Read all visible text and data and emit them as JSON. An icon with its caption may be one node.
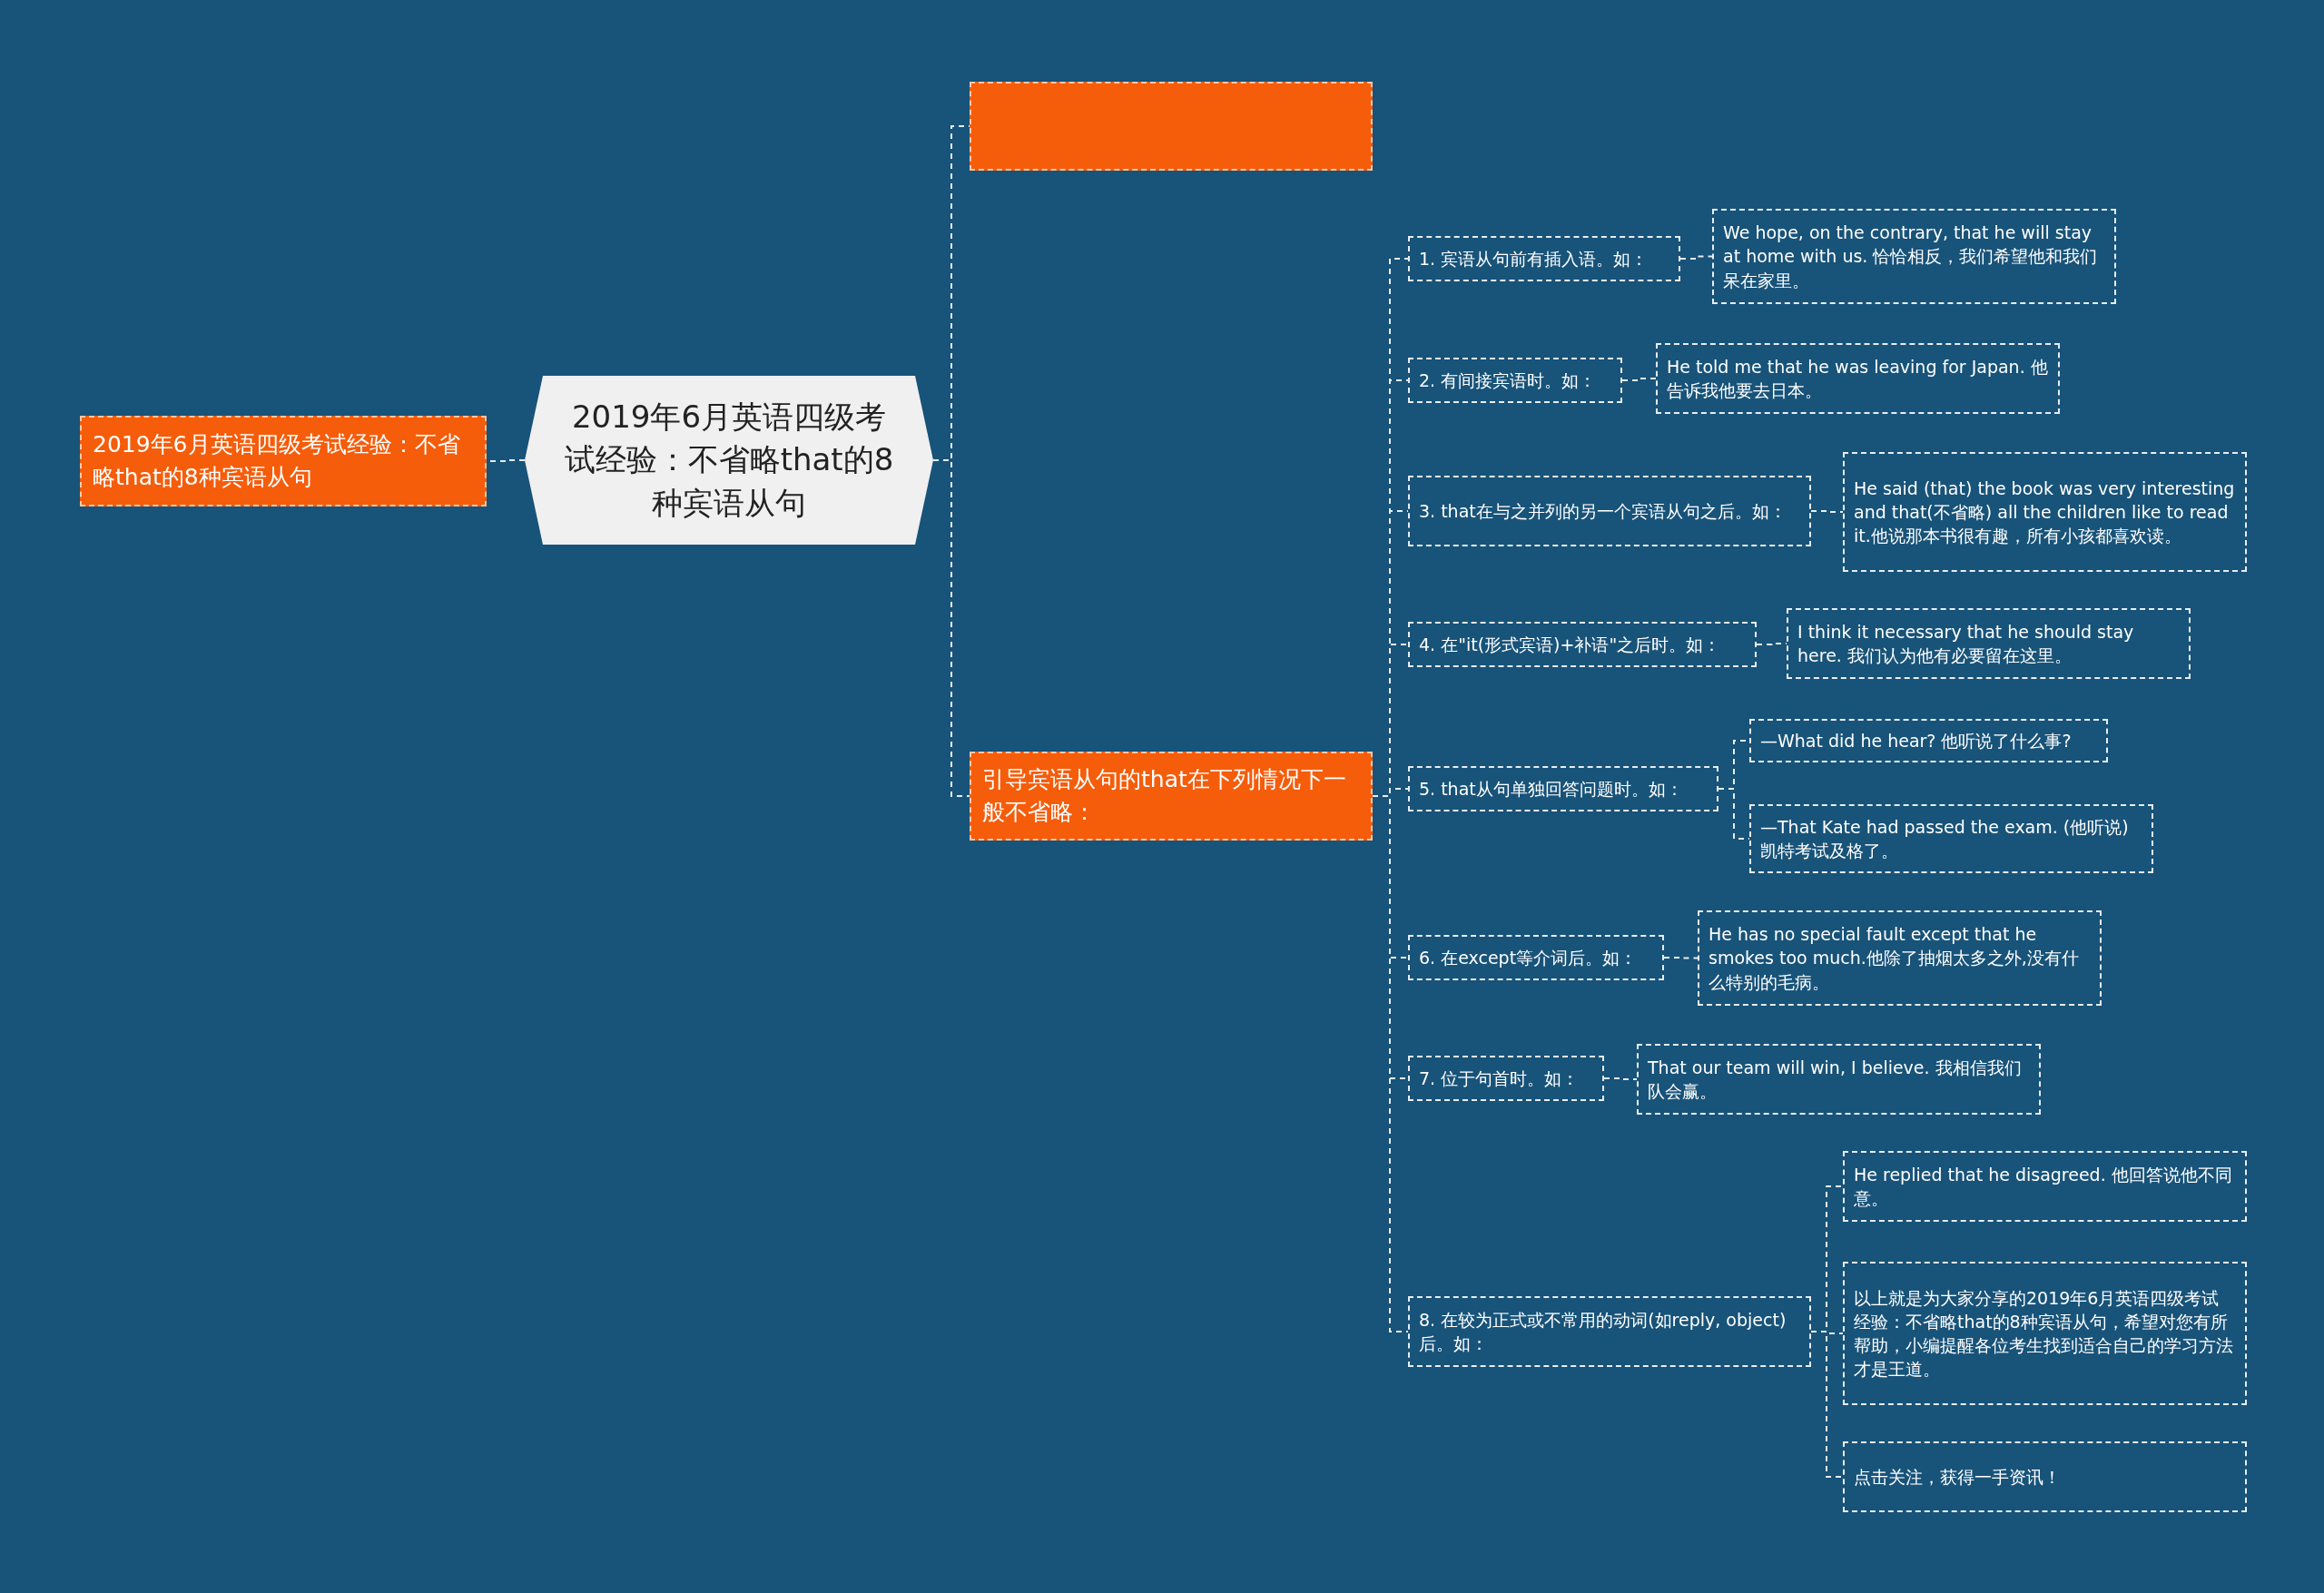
{
  "diagram": {
    "nodes": [
      {
        "text": [
          "2019年6月英语四级考试经验：不省略that的8种宾语从句"
        ]
      },
      {
        "text": [
          "2019年6月英语四级考试经验：不省略that的8种宾语从句"
        ]
      },
      {
        "text": [],
        "shape": "box"
      },
      {
        "text": [
          "引导宾语从句的that在下列情况下一般不省略："
        ]
      },
      {
        "text": [
          "1. 宾语从句前有插入语。如："
        ]
      },
      {
        "text": [
          "We hope, on the contrary, that he will stay at home with us. 恰恰相反，我们希望他和我们呆在家里。"
        ]
      },
      {
        "text": [
          "2. 有间接宾语时。如："
        ]
      },
      {
        "text": [
          "He told me that he was leaving for Japan. 他告诉我他要去日本。"
        ]
      },
      {
        "text": [
          "3. that在与之并列的另一个宾语从句之后。如："
        ]
      },
      {
        "text": [
          "He said (that) the book was very interesting and that(不省略) all the children like to read it.他说那本书很有趣，所有小孩都喜欢读。"
        ]
      },
      {
        "text": [
          "4. 在\"it(形式宾语)+补语\"之后时。如："
        ]
      },
      {
        "text": [
          "I think it necessary that he should stay here. 我们认为他有必要留在这里。"
        ]
      },
      {
        "text": [
          "5. that从句单独回答问题时。如："
        ]
      },
      {
        "text": [
          "—What did he hear? 他听说了什么事?"
        ]
      },
      {
        "text": [
          "—That Kate had passed the exam. (他听说)凯特考试及格了。"
        ]
      },
      {
        "text": [
          "6. 在except等介词后。如："
        ]
      },
      {
        "text": [
          "He has no special fault except that he smokes too much.他除了抽烟太多之外,没有什么特别的毛病。"
        ]
      },
      {
        "text": [
          "7. 位于句首时。如："
        ]
      },
      {
        "text": [
          "That our team will win, I believe. 我相信我们队会赢。"
        ]
      },
      {
        "text": [
          "8. 在较为正式或不常用的动词(如reply, object)后。如："
        ]
      },
      {
        "text": [
          "He replied that he disagreed. 他回答说他不同意。"
        ]
      },
      {
        "text": [
          "以上就是为大家分享的2019年6月英语四级考试经验：不省略that的8种宾语从句，希望对您有所帮助，小编提醒各位考生找到适合自己的学习方法才是王道。"
        ]
      },
      {
        "text": [
          "点击关注，获得一手资讯！"
        ]
      }
    ],
    "edges": [
      {
        "from": 0,
        "to": 1,
        "arrow": "none"
      },
      {
        "from": 0,
        "to": 2,
        "arrow": "none"
      },
      {
        "from": 0,
        "to": 3,
        "arrow": "none"
      },
      {
        "from": 3,
        "to": 4,
        "arrow": "none"
      },
      {
        "from": 3,
        "to": 6,
        "arrow": "none"
      },
      {
        "from": 3,
        "to": 8,
        "arrow": "none"
      },
      {
        "from": 3,
        "to": 10,
        "arrow": "none"
      },
      {
        "from": 3,
        "to": 12,
        "arrow": "none"
      },
      {
        "from": 3,
        "to": 15,
        "arrow": "none"
      },
      {
        "from": 3,
        "to": 17,
        "arrow": "none"
      },
      {
        "from": 3,
        "to": 19,
        "arrow": "none"
      },
      {
        "from": 4,
        "to": 5,
        "arrow": "none"
      },
      {
        "from": 6,
        "to": 7,
        "arrow": "none"
      },
      {
        "from": 8,
        "to": 9,
        "arrow": "none"
      },
      {
        "from": 10,
        "to": 11,
        "arrow": "none"
      },
      {
        "from": 12,
        "to": 13,
        "arrow": "none"
      },
      {
        "from": 12,
        "to": 14,
        "arrow": "none"
      },
      {
        "from": 15,
        "to": 16,
        "arrow": "none"
      },
      {
        "from": 17,
        "to": 18,
        "arrow": "none"
      },
      {
        "from": 19,
        "to": 20,
        "arrow": "none"
      },
      {
        "from": 19,
        "to": 21,
        "arrow": "none"
      },
      {
        "from": 19,
        "to": 22,
        "arrow": "none"
      }
    ]
  }
}
